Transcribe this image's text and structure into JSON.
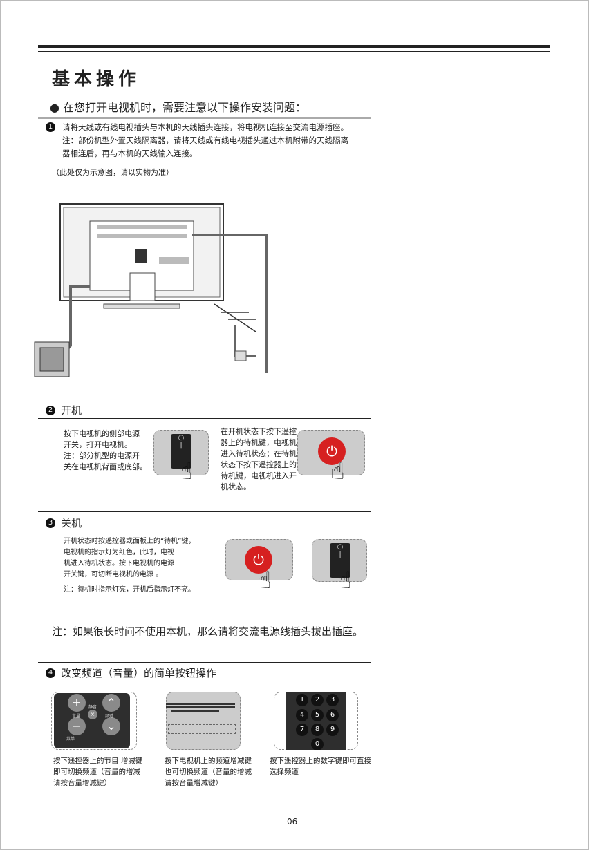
{
  "title": "基本操作",
  "intro": "在您打开电视机时，需要注意以下操作安装问题：",
  "section1": {
    "number": "1",
    "lines": [
      "请将天线或有线电视插头与本机的天线插头连接，将电视机连接至交流电源插座。",
      "注：部份机型外置天线隔离器，请将天线或有线电视插头通过本机附带的天线隔离",
      "器相连后，再与本机的天线输入连接。"
    ],
    "caption": "（此处仅为示意图，请以实物为准）"
  },
  "section2": {
    "number": "2",
    "title": "开机",
    "left_lines": [
      "按下电视机的侧部电源",
      "开关，打开电视机。",
      "注：部分机型的电源开",
      "关在电视机背面或底部。"
    ],
    "right_lines": [
      "在开机状态下按下遥控",
      "器上的待机键，电视机",
      "进入待机状态；在待机",
      "状态下按下遥控器上的",
      "待机键，电视机进入开",
      "机状态。"
    ]
  },
  "section3": {
    "number": "3",
    "title": "关机",
    "lines": [
      "开机状态时按遥控器或面板上的“待机”键，",
      "电视机的指示灯为红色，此时，电视",
      "机进入待机状态。按下电视机的电源",
      "开关键，可切断电视机的电源 。"
    ],
    "note": "注：待机时指示灯亮，开机后指示灯不亮。"
  },
  "note": "注：如果很长时间不使用本机，那么请将交流电源线插头拔出插座。",
  "section4": {
    "number": "4",
    "title": "改变频道（音量）的简单按钮操作",
    "remote_labels": {
      "mute": "静音",
      "volume": "音量",
      "channel": "频道",
      "menu": "菜单"
    },
    "keypad": [
      "1",
      "2",
      "3",
      "4",
      "5",
      "6",
      "7",
      "8",
      "9",
      "0"
    ],
    "captions": [
      [
        "按下遥控器上的节目 增减键",
        "即可切换频道（音量的增减",
        "请按音量增减键）"
      ],
      [
        "按下电视机上的频道增减键",
        "也可切换频道（音量的增减",
        "请按音量增减键）"
      ],
      [
        "按下遥控器上的数字键即可直接",
        "选择频道"
      ]
    ]
  },
  "page_number": "06",
  "colors": {
    "power_red": "#d62020",
    "panel_gray": "#cccccc"
  }
}
